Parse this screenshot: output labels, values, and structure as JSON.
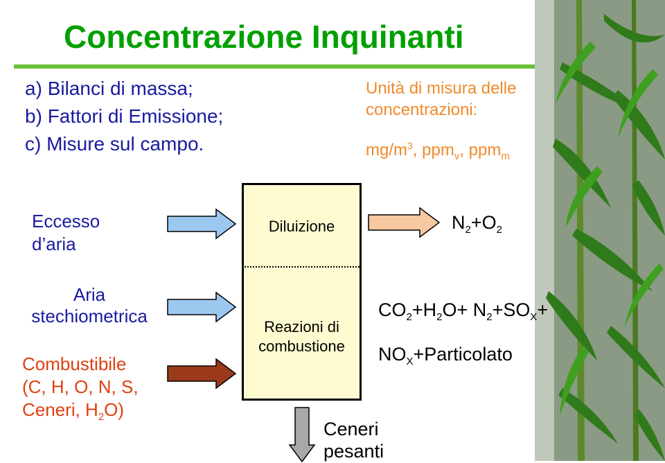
{
  "title": "Concentrazione Inquinanti",
  "list": [
    {
      "marker": "a)",
      "text": "Bilanci di massa;"
    },
    {
      "marker": "b)",
      "text": "Fattori di Emissione;"
    },
    {
      "marker": "c)",
      "text": "Misure sul campo."
    }
  ],
  "units": {
    "title": "Unità di misura delle concentrazioni:",
    "mg": "mg/m",
    "mg_sup": "3",
    "ppm": "ppm",
    "sub_v": "v",
    "sub_m": "m"
  },
  "inputs": {
    "eccesso_line1": "Eccesso",
    "eccesso_line2": "d’aria",
    "aria_line1": "Aria",
    "aria_line2": "stechiometrica",
    "comb_line1": "Combustibile",
    "comb_line2": "(C, H, O, N, S,",
    "comb_line3": "Ceneri, H",
    "comb_sub": "2",
    "comb_end": "O)"
  },
  "box": {
    "top_label": "Diluizione",
    "bottom_line1": "Reazioni di",
    "bottom_line2": "combustione"
  },
  "outputs": {
    "dilution": {
      "n": "N",
      "s1": "2",
      "plus_o": "+O",
      "s2": "2"
    },
    "products_line1": {
      "co": "CO",
      "s1": "2",
      "h": "+H",
      "s2": "2",
      "o": "O+ N",
      "s3": "2",
      "so": "+SO",
      "sx": "X",
      "plus": "+"
    },
    "products_line2": {
      "no": "NO",
      "sx": "X",
      "rest": "+Particolato"
    },
    "ash_line1": "Ceneri",
    "ash_line2": "pesanti"
  },
  "colors": {
    "title": "#00a000",
    "list_text": "#1a1aa0",
    "units_text": "#f08a2a",
    "air_arrow": "#9cc8f0",
    "fuel_arrow": "#9a3a1a",
    "out_arrow": "#f8c8a0",
    "ash_arrow": "#a8a8a8",
    "box_fill": "#fffbd0"
  }
}
